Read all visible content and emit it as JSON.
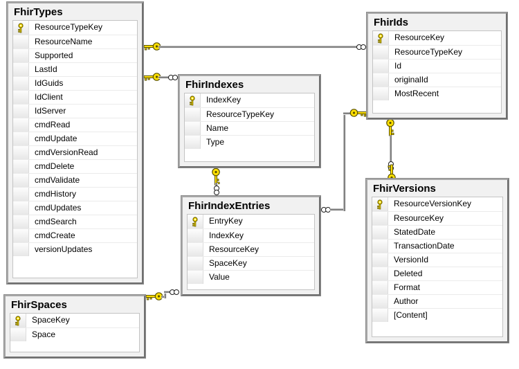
{
  "diagram": {
    "kind": "database-diagram",
    "tables": [
      {
        "name": "FhirTypes",
        "primary_key": "ResourceTypeKey",
        "columns": [
          "ResourceTypeKey",
          "ResourceName",
          "Supported",
          "LastId",
          "IdGuids",
          "IdClient",
          "IdServer",
          "cmdRead",
          "cmdUpdate",
          "cmdVersionRead",
          "cmdDelete",
          "cmdValidate",
          "cmdHistory",
          "cmdUpdates",
          "cmdSearch",
          "cmdCreate",
          "versionUpdates"
        ]
      },
      {
        "name": "FhirIds",
        "primary_key": "ResourceKey",
        "columns": [
          "ResourceKey",
          "ResourceTypeKey",
          "Id",
          "originalId",
          "MostRecent"
        ]
      },
      {
        "name": "FhirIndexes",
        "primary_key": "IndexKey",
        "columns": [
          "IndexKey",
          "ResourceTypeKey",
          "Name",
          "Type"
        ]
      },
      {
        "name": "FhirIndexEntries",
        "primary_key": "EntryKey",
        "columns": [
          "EntryKey",
          "IndexKey",
          "ResourceKey",
          "SpaceKey",
          "Value"
        ]
      },
      {
        "name": "FhirVersions",
        "primary_key": "ResourceVersionKey",
        "columns": [
          "ResourceVersionKey",
          "ResourceKey",
          "StatedDate",
          "TransactionDate",
          "VersionId",
          "Deleted",
          "Format",
          "Author",
          "[Content]"
        ]
      },
      {
        "name": "FhirSpaces",
        "primary_key": "SpaceKey",
        "columns": [
          "SpaceKey",
          "Space"
        ]
      }
    ],
    "relations": [
      {
        "one_end": "FhirTypes",
        "many_end": "FhirIds"
      },
      {
        "one_end": "FhirTypes",
        "many_end": "FhirIndexes"
      },
      {
        "one_end": "FhirIndexes",
        "many_end": "FhirIndexEntries"
      },
      {
        "one_end": "FhirIds",
        "many_end": "FhirIndexEntries"
      },
      {
        "one_end": "FhirIds",
        "many_end": "FhirVersions"
      },
      {
        "one_end": "FhirVersions",
        "many_end": "FhirIds"
      },
      {
        "one_end": "FhirSpaces",
        "many_end": "FhirIndexEntries"
      }
    ],
    "icons": {
      "primary_key_icon": "gold-key",
      "one_end_icon": "gold-key",
      "many_end_icon": "infinity"
    },
    "colors": {
      "key_gold": "#ffe000",
      "key_outline": "#5a5200",
      "line_gray": "#818181",
      "table_bg": "#f1f1f1",
      "border_gray": "#6f6f6f"
    }
  }
}
